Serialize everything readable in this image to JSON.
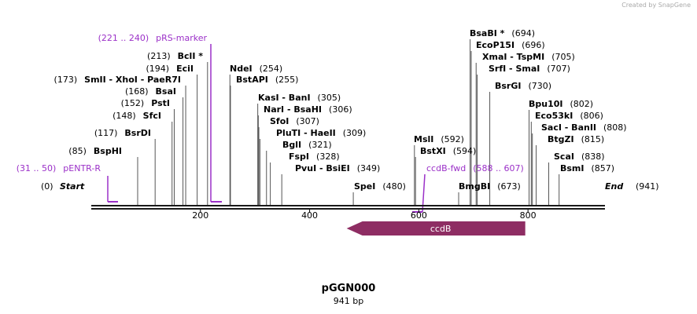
{
  "watermark": "Created by SnapGene",
  "plasmid": {
    "name": "pGGN000",
    "size": "941 bp"
  },
  "colors": {
    "primer": "#9b30c8",
    "feature": "#8e2d63",
    "backbone": "#1a1a1a"
  },
  "ends": {
    "start": {
      "label": "Start",
      "pos": "(0)"
    },
    "end": {
      "label": "End",
      "pos": "(941)"
    }
  },
  "axis": {
    "ticks": [
      "200",
      "400",
      "600",
      "800"
    ]
  },
  "sites": [
    {
      "bp": 35,
      "name": "pENTR-R",
      "pos": "(31 .. 50)",
      "primer": true
    },
    {
      "bp": 85,
      "name": "BspHI",
      "pos": "(85)"
    },
    {
      "bp": 117,
      "name": "BsrDI",
      "pos": "(117)"
    },
    {
      "bp": 148,
      "name": "SfcI",
      "pos": "(148)"
    },
    {
      "bp": 152,
      "name": "PstI",
      "pos": "(152)"
    },
    {
      "bp": 168,
      "name": "BsaI",
      "pos": "(168)"
    },
    {
      "bp": 173,
      "name": "SmII  - XhoI  - PaeR7I",
      "pos": "(173)"
    },
    {
      "bp": 194,
      "name": "EciI",
      "pos": "(194)"
    },
    {
      "bp": 213,
      "name": "BclI *",
      "pos": "(213)"
    },
    {
      "bp": 225,
      "name": "pRS-marker",
      "pos": "(221 .. 240)",
      "primer": true
    },
    {
      "bp": 254,
      "name": "NdeI",
      "pos": "(254)"
    },
    {
      "bp": 255,
      "name": "BstAPI",
      "pos": "(255)"
    },
    {
      "bp": 305,
      "name": "KasI  - BanI",
      "pos": "(305)"
    },
    {
      "bp": 306,
      "name": "NarI  - BsaHI",
      "pos": "(306)"
    },
    {
      "bp": 307,
      "name": "SfoI",
      "pos": "(307)"
    },
    {
      "bp": 309,
      "name": "PluTI  - HaeII",
      "pos": "(309)"
    },
    {
      "bp": 321,
      "name": "BglI",
      "pos": "(321)"
    },
    {
      "bp": 328,
      "name": "FspI",
      "pos": "(328)"
    },
    {
      "bp": 349,
      "name": "PvuI  - BsiEI",
      "pos": "(349)"
    },
    {
      "bp": 480,
      "name": "SpeI",
      "pos": "(480)"
    },
    {
      "bp": 592,
      "name": "MslI",
      "pos": "(592)"
    },
    {
      "bp": 594,
      "name": "BstXI",
      "pos": "(594)"
    },
    {
      "bp": 607,
      "name": "ccdB-fwd",
      "pos": "(588 .. 607)",
      "primer": true
    },
    {
      "bp": 673,
      "name": "BmgBI",
      "pos": "(673)"
    },
    {
      "bp": 694,
      "name": "BsaBI *",
      "pos": "(694)"
    },
    {
      "bp": 696,
      "name": "EcoP15I",
      "pos": "(696)"
    },
    {
      "bp": 705,
      "name": "XmaI  - TspMI",
      "pos": "(705)"
    },
    {
      "bp": 707,
      "name": "SrfI  - SmaI",
      "pos": "(707)"
    },
    {
      "bp": 730,
      "name": "BsrGI",
      "pos": "(730)"
    },
    {
      "bp": 802,
      "name": "Bpu10I",
      "pos": "(802)"
    },
    {
      "bp": 806,
      "name": "Eco53kI",
      "pos": "(806)"
    },
    {
      "bp": 808,
      "name": "SacI  - BanII",
      "pos": "(808)"
    },
    {
      "bp": 815,
      "name": "BtgZI",
      "pos": "(815)"
    },
    {
      "bp": 838,
      "name": "ScaI",
      "pos": "(838)"
    },
    {
      "bp": 857,
      "name": "BsmI",
      "pos": "(857)"
    }
  ],
  "features": [
    {
      "name": "ccdB",
      "start": 488,
      "end": 795,
      "direction": "reverse"
    }
  ]
}
